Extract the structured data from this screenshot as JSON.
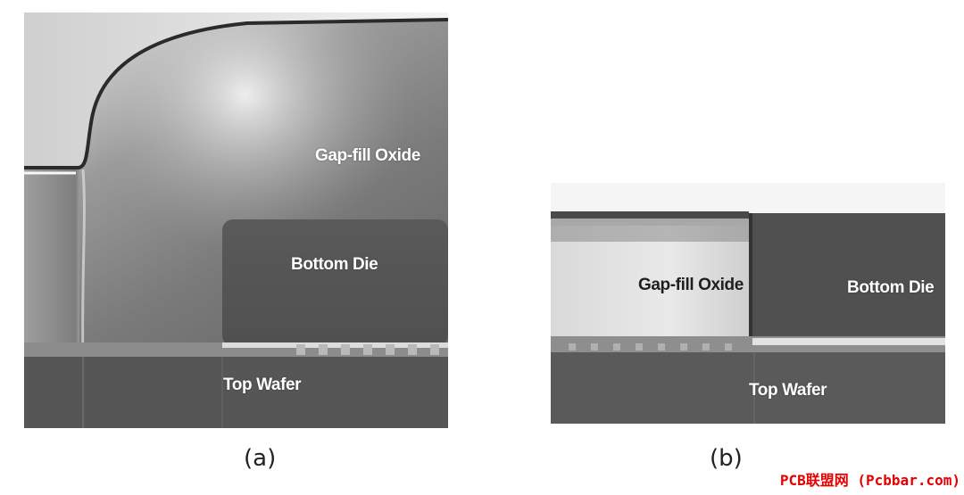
{
  "figure": {
    "panel_a": {
      "caption": "(a)",
      "labels": {
        "gap_fill": "Gap-fill Oxide",
        "bottom_die": "Bottom Die",
        "top_wafer": "Top Wafer"
      }
    },
    "panel_b": {
      "caption": "(b)",
      "labels": {
        "gap_fill": "Gap-fill Oxide",
        "bottom_die": "Bottom Die",
        "top_wafer": "Top Wafer"
      }
    },
    "watermark": "PCB联盟网 (Pcbbar.com)"
  }
}
